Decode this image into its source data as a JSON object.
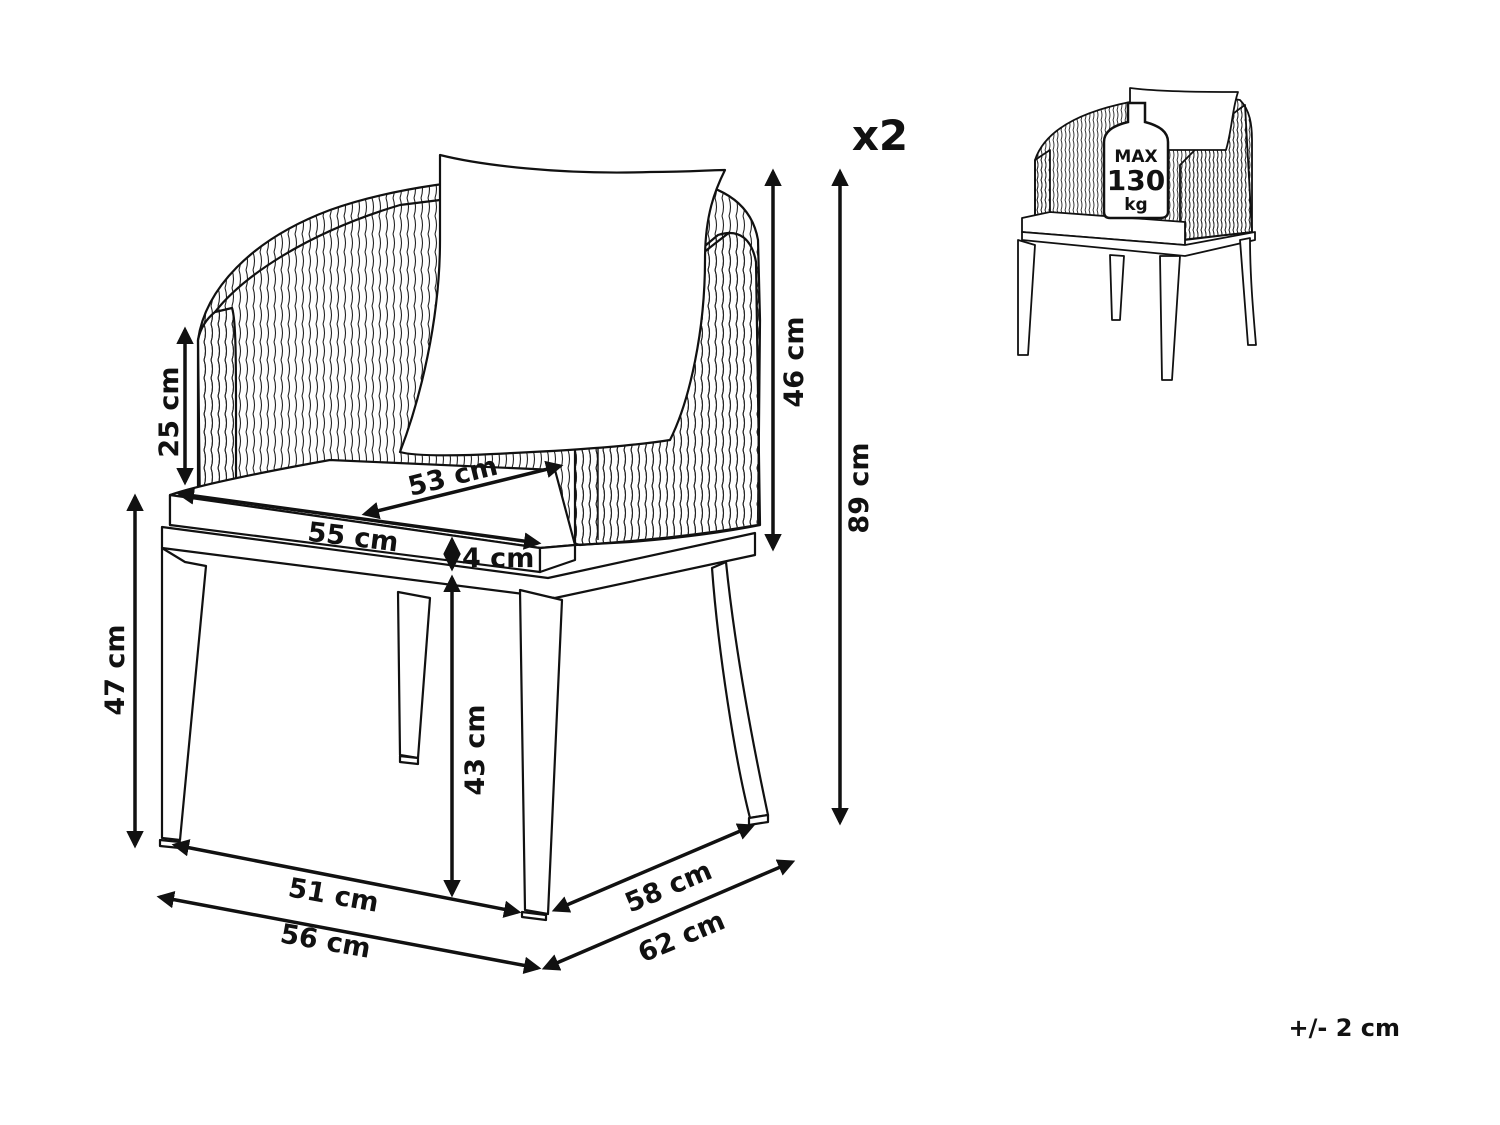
{
  "quantity": "x2",
  "tolerance": "+/- 2 cm",
  "max_load": {
    "top": "MAX",
    "value": "130",
    "unit": "kg"
  },
  "dimensions": {
    "armrest_height": "25 cm",
    "seat_width": "53 cm",
    "seat_front_width": "55 cm",
    "cushion_thickness": "4 cm",
    "front_height": "47 cm",
    "seat_height": "43 cm",
    "backrest_height": "46 cm",
    "total_height": "89 cm",
    "leg_width": "51 cm",
    "leg_depth": "58 cm",
    "total_width": "56 cm",
    "total_depth": "62 cm"
  },
  "colors": {
    "line": "#111111",
    "background": "#ffffff"
  }
}
